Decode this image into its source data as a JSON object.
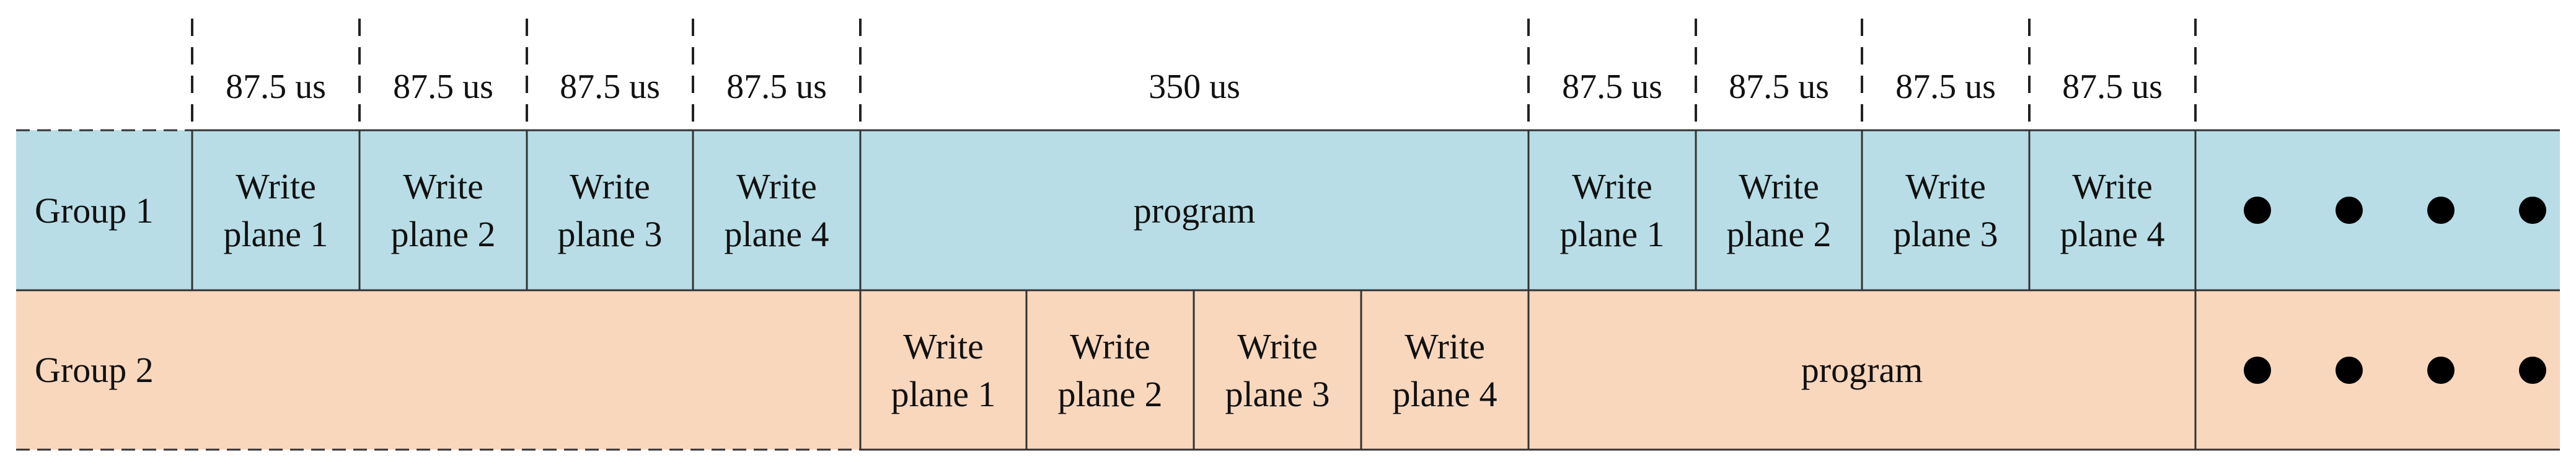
{
  "colors": {
    "group1_fill": "#b8dde6",
    "group2_fill": "#f9d7bd",
    "line": "#333333"
  },
  "timeline": {
    "durations": [
      "87.5 us",
      "87.5 us",
      "87.5 us",
      "87.5 us",
      "350 us",
      "87.5 us",
      "87.5 us",
      "87.5 us",
      "87.5 us"
    ]
  },
  "group1": {
    "label": "Group 1",
    "blocks": [
      {
        "line1": "Write",
        "line2": "plane 1"
      },
      {
        "line1": "Write",
        "line2": "plane 2"
      },
      {
        "line1": "Write",
        "line2": "plane 3"
      },
      {
        "line1": "Write",
        "line2": "plane 4"
      },
      {
        "line1": "program",
        "line2": ""
      },
      {
        "line1": "Write",
        "line2": "plane 1"
      },
      {
        "line1": "Write",
        "line2": "plane 2"
      },
      {
        "line1": "Write",
        "line2": "plane 3"
      },
      {
        "line1": "Write",
        "line2": "plane 4"
      }
    ],
    "continuation": "four dots"
  },
  "group2": {
    "label": "Group 2",
    "blocks": [
      {
        "line1": "Write",
        "line2": "plane 1"
      },
      {
        "line1": "Write",
        "line2": "plane 2"
      },
      {
        "line1": "Write",
        "line2": "plane 3"
      },
      {
        "line1": "Write",
        "line2": "plane 4"
      },
      {
        "line1": "program",
        "line2": ""
      }
    ],
    "continuation": "four dots"
  }
}
